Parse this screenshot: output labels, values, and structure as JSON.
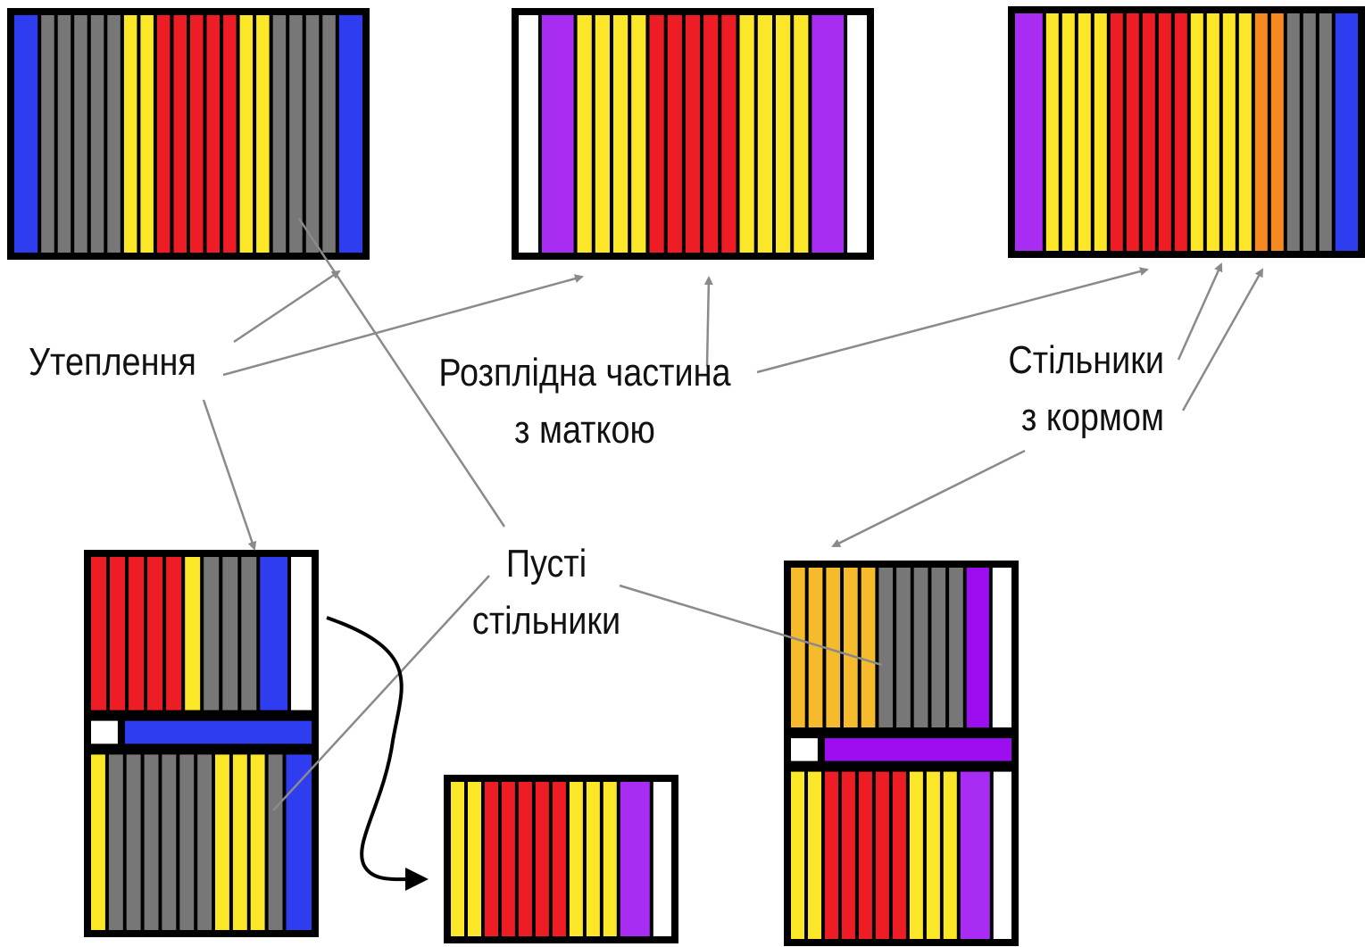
{
  "colors": {
    "frame": "#000000",
    "blue": "#2f3df0",
    "gray": "#777777",
    "yellow": "#fbe727",
    "red": "#ee1c25",
    "purple": "#a82cf2",
    "violet": "#9c0ef0",
    "white": "#ffffff",
    "orange": "#f6891f",
    "gold": "#f6bb2c",
    "arrow": "#8a8a8a"
  },
  "labels": {
    "insulation": "Утеплення",
    "brood_line1": "Розплідна частина",
    "brood_line2": "з маткою",
    "food_line1": "Стільники",
    "food_line2": "з кормом",
    "empty_line1": "Пусті",
    "empty_line2": "стільники"
  },
  "hives": [
    {
      "id": "hive-top-left",
      "sections": [
        [
          "blue",
          "gray",
          "gray",
          "gray",
          "gray",
          "gray",
          "yellow",
          "yellow",
          "red",
          "red",
          "red",
          "red",
          "red",
          "yellow",
          "yellow",
          "gray",
          "gray",
          "gray",
          "gray",
          "blue"
        ]
      ]
    },
    {
      "id": "hive-top-middle",
      "sections": [
        [
          "white",
          "purple",
          "yellow",
          "yellow",
          "yellow",
          "yellow",
          "red",
          "red",
          "red",
          "red",
          "red",
          "yellow",
          "yellow",
          "yellow",
          "yellow",
          "purple",
          "white"
        ]
      ]
    },
    {
      "id": "hive-top-right",
      "sections": [
        [
          "purple",
          "yellow",
          "yellow",
          "yellow",
          "yellow",
          "red",
          "red",
          "red",
          "red",
          "red",
          "yellow",
          "yellow",
          "yellow",
          "yellow",
          "orange",
          "orange",
          "gray",
          "gray",
          "gray",
          "blue"
        ]
      ]
    },
    {
      "id": "hive-bottom-left",
      "sections": [
        [
          "red",
          "red",
          "red",
          "red",
          "red",
          "yellow",
          "gray",
          "gray",
          "gray",
          "blue",
          "white"
        ],
        [
          "white",
          "blue"
        ],
        [
          "yellow",
          "gray",
          "gray",
          "gray",
          "gray",
          "gray",
          "gray",
          "yellow",
          "yellow",
          "yellow",
          "gray",
          "blue"
        ]
      ]
    },
    {
      "id": "hive-bottom-middle",
      "sections": [
        [
          "yellow",
          "yellow",
          "red",
          "red",
          "red",
          "red",
          "red",
          "yellow",
          "yellow",
          "yellow",
          "purple",
          "white"
        ]
      ]
    },
    {
      "id": "hive-bottom-right",
      "sections": [
        [
          "gold",
          "gold",
          "gold",
          "gold",
          "gold",
          "gray",
          "gray",
          "gray",
          "gray",
          "gray",
          "violet",
          "white"
        ],
        [
          "white",
          "violet"
        ],
        [
          "yellow",
          "yellow",
          "red",
          "red",
          "red",
          "red",
          "red",
          "yellow",
          "yellow",
          "yellow",
          "purple",
          "white"
        ]
      ]
    }
  ]
}
